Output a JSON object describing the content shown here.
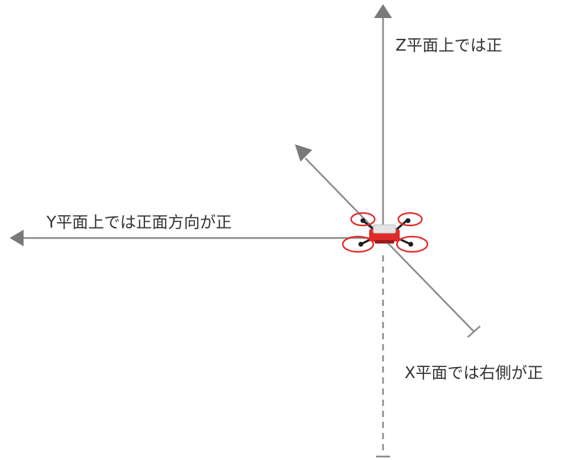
{
  "axes": {
    "z": {
      "label": "Z平面上では正"
    },
    "y": {
      "label": "Y平面上では正面方向が正"
    },
    "x": {
      "label": "X平面では右側が正"
    }
  },
  "drone": {
    "name": "drone",
    "body_color": "#e4e4e4",
    "frame_color": "#e02a2a"
  },
  "colors": {
    "axis": "#8a8a8a",
    "arrow": "#7a7a7a",
    "text": "#333333",
    "accent": "#e02a2a"
  }
}
